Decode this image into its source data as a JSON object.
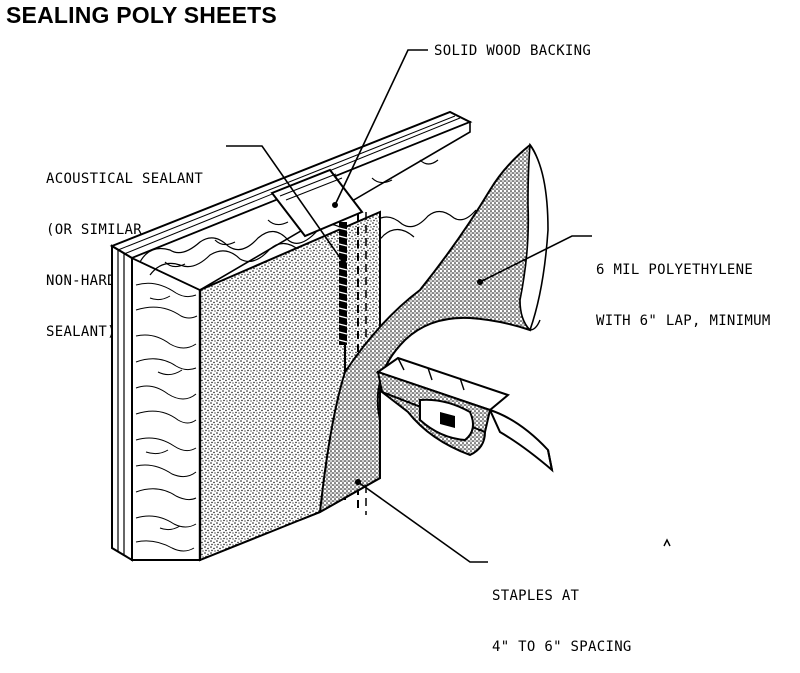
{
  "title": "SEALING POLY SHEETS",
  "labels": {
    "solid_wood_backing": "SOLID WOOD BACKING",
    "acoustical_sealant": [
      "ACOUSTICAL SEALANT",
      "(OR SIMILAR",
      "NON-HARDENING",
      "SEALANT)"
    ],
    "polyethylene": [
      "6 MIL POLYETHYLENE",
      "WITH 6\" LAP, MINIMUM"
    ],
    "staples": [
      "STAPLES AT",
      "4\" TO 6\" SPACING"
    ]
  }
}
